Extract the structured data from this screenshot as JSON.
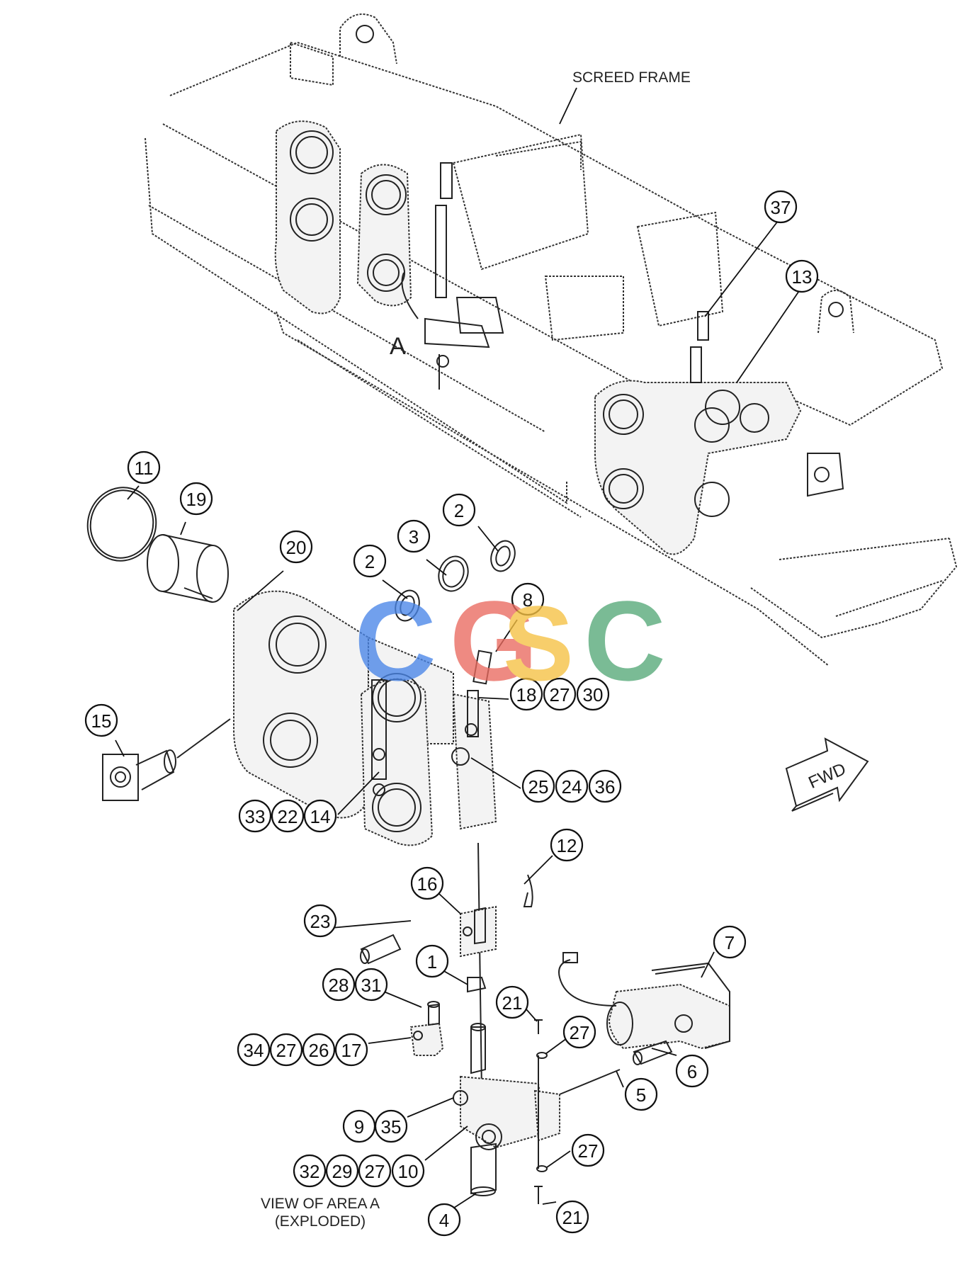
{
  "labels": {
    "screed_frame": "SCREED FRAME",
    "area_a": "A",
    "view_line1": "VIEW OF AREA A",
    "view_line2": "(EXPLODED)",
    "fwd": "FWD"
  },
  "watermark": {
    "letters": [
      "C",
      "G",
      "S",
      "C"
    ],
    "colors": [
      "#4a86e8",
      "#ea6a5f",
      "#f6c142",
      "#55a878"
    ]
  },
  "callouts": [
    {
      "id": "11",
      "num": "11"
    },
    {
      "id": "19",
      "num": "19"
    },
    {
      "id": "20",
      "num": "20"
    },
    {
      "id": "2a",
      "num": "2"
    },
    {
      "id": "3",
      "num": "3"
    },
    {
      "id": "2b",
      "num": "2"
    },
    {
      "id": "8",
      "num": "8"
    },
    {
      "id": "18",
      "num": "18"
    },
    {
      "id": "27a",
      "num": "27"
    },
    {
      "id": "30",
      "num": "30"
    },
    {
      "id": "15",
      "num": "15"
    },
    {
      "id": "25",
      "num": "25"
    },
    {
      "id": "24",
      "num": "24"
    },
    {
      "id": "36",
      "num": "36"
    },
    {
      "id": "33",
      "num": "33"
    },
    {
      "id": "22",
      "num": "22"
    },
    {
      "id": "14",
      "num": "14"
    },
    {
      "id": "37",
      "num": "37"
    },
    {
      "id": "13",
      "num": "13"
    },
    {
      "id": "12",
      "num": "12"
    },
    {
      "id": "16",
      "num": "16"
    },
    {
      "id": "23",
      "num": "23"
    },
    {
      "id": "7",
      "num": "7"
    },
    {
      "id": "1",
      "num": "1"
    },
    {
      "id": "28",
      "num": "28"
    },
    {
      "id": "31",
      "num": "31"
    },
    {
      "id": "21a",
      "num": "21"
    },
    {
      "id": "27b",
      "num": "27"
    },
    {
      "id": "6",
      "num": "6"
    },
    {
      "id": "34",
      "num": "34"
    },
    {
      "id": "27c",
      "num": "27"
    },
    {
      "id": "26",
      "num": "26"
    },
    {
      "id": "17",
      "num": "17"
    },
    {
      "id": "5",
      "num": "5"
    },
    {
      "id": "9",
      "num": "9"
    },
    {
      "id": "35",
      "num": "35"
    },
    {
      "id": "27d",
      "num": "27"
    },
    {
      "id": "32",
      "num": "32"
    },
    {
      "id": "29",
      "num": "29"
    },
    {
      "id": "27e",
      "num": "27"
    },
    {
      "id": "10",
      "num": "10"
    },
    {
      "id": "4",
      "num": "4"
    },
    {
      "id": "21b",
      "num": "21"
    }
  ]
}
